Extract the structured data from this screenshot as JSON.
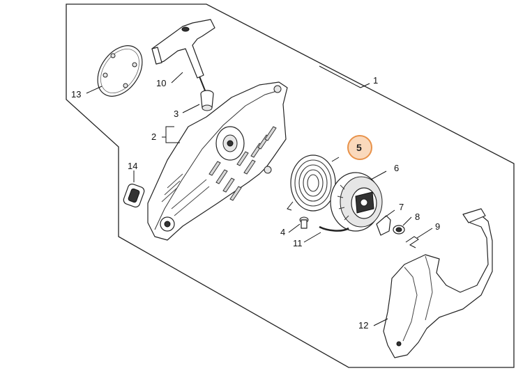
{
  "diagram": {
    "highlight_color": "#e8924a",
    "highlight_fill": "#fad9bc",
    "highlighted_part": "5",
    "parts": [
      {
        "id": "p1",
        "label": "1"
      },
      {
        "id": "p2",
        "label": "2"
      },
      {
        "id": "p3",
        "label": "3"
      },
      {
        "id": "p4",
        "label": "4"
      },
      {
        "id": "p5",
        "label": "5"
      },
      {
        "id": "p6",
        "label": "6"
      },
      {
        "id": "p7",
        "label": "7"
      },
      {
        "id": "p8",
        "label": "8"
      },
      {
        "id": "p9",
        "label": "9"
      },
      {
        "id": "p10",
        "label": "10"
      },
      {
        "id": "p11",
        "label": "11"
      },
      {
        "id": "p12",
        "label": "12"
      },
      {
        "id": "p13",
        "label": "13"
      },
      {
        "id": "p14",
        "label": "14"
      }
    ]
  }
}
